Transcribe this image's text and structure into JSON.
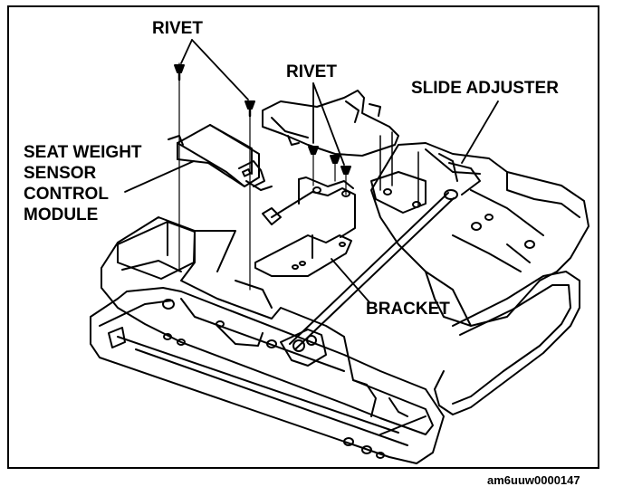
{
  "labels": {
    "rivet_top": "RIVET",
    "rivet_center": "RIVET",
    "slide_adjuster": "SLIDE ADJUSTER",
    "sensor_line1": "SEAT WEIGHT",
    "sensor_line2": "SENSOR",
    "sensor_line3": "CONTROL",
    "sensor_line4": "MODULE",
    "bracket": "BRACKET"
  },
  "figure_code": "am6uuw0000147"
}
